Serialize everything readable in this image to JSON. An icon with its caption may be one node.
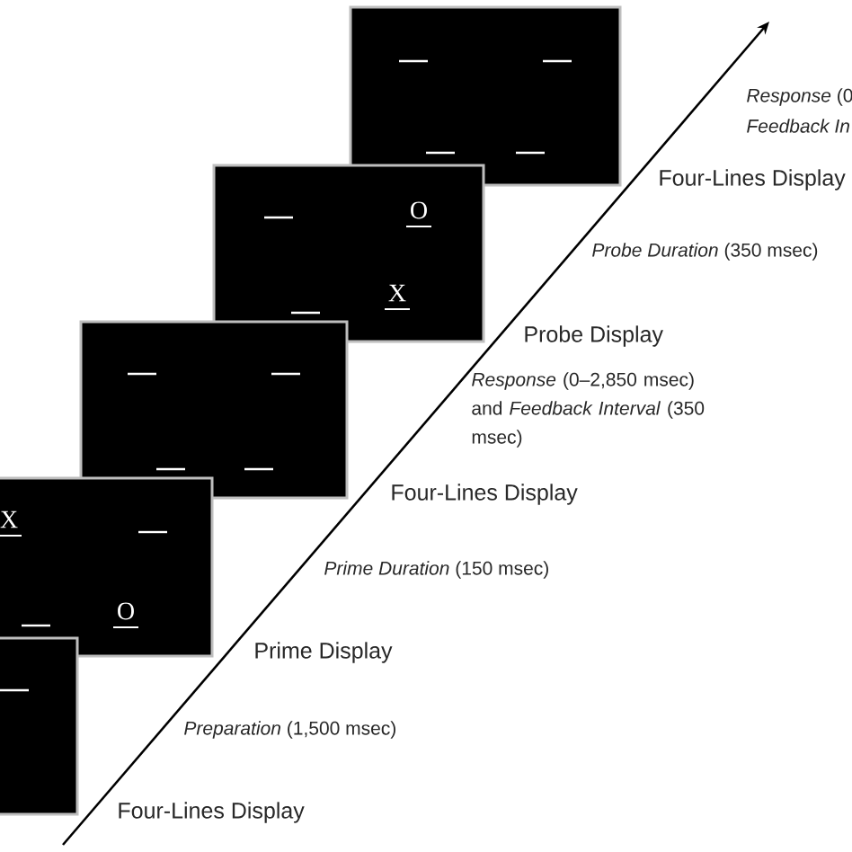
{
  "diagram": {
    "labels": [
      "*Response* (0",
      "Feedback In",
      "Four-Lines Display",
      "O",
      "*Probe Duration* (350 msec)",
      "X",
      "Probe Display",
      "*Response* (0–2,850 msec) and *Feedback Interval* (350 msec)",
      "Four-Lines Display",
      "X",
      "*Prime Duration* (150 msec)",
      "O",
      "Prime Display",
      "*Preparation* (1,500 msec)",
      "Four-Lines Display"
    ]
  }
}
